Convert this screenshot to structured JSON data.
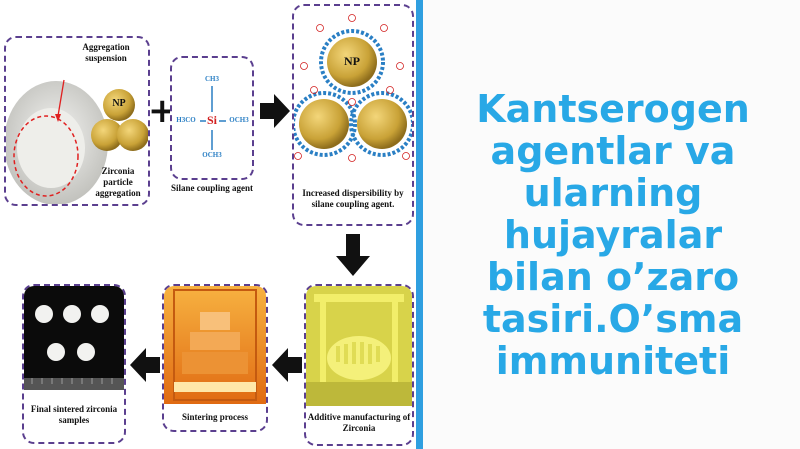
{
  "diagram": {
    "aggregation_label": "Aggregation suspension",
    "np_label": "NP",
    "zirconia_aggregation_label": "Zirconia particle aggregation",
    "plus_sign": "+",
    "silane_formula": {
      "top": "CH3",
      "left": "H3CO",
      "center": "Si",
      "right": "OCH3",
      "bottom": "OCH3"
    },
    "silane_label": "Silane coupling agent",
    "dispersibility_label": "Increased dispersibility by silane coupling agent.",
    "additive_label": "Additive manufacturing of Zirconia",
    "sintering_label": "Sintering process",
    "final_label": "Final sintered zirconia samples"
  },
  "title_lines": [
    "Kantserogen",
    "agentlar va",
    "ularning",
    "hujayralar",
    "bilan o’zaro",
    "tasiri.O’sma",
    "immuniteti"
  ],
  "colors": {
    "accent": "#28a8e6",
    "divider": "#2f9fe0",
    "panel_border": "#5b3f8f",
    "particle_gold": "#c9a237",
    "silane_blue": "#2a7fc4",
    "si_red": "#d22020",
    "sinter_orange": "#f08a1c",
    "printer_yellow": "#e8e23a"
  }
}
